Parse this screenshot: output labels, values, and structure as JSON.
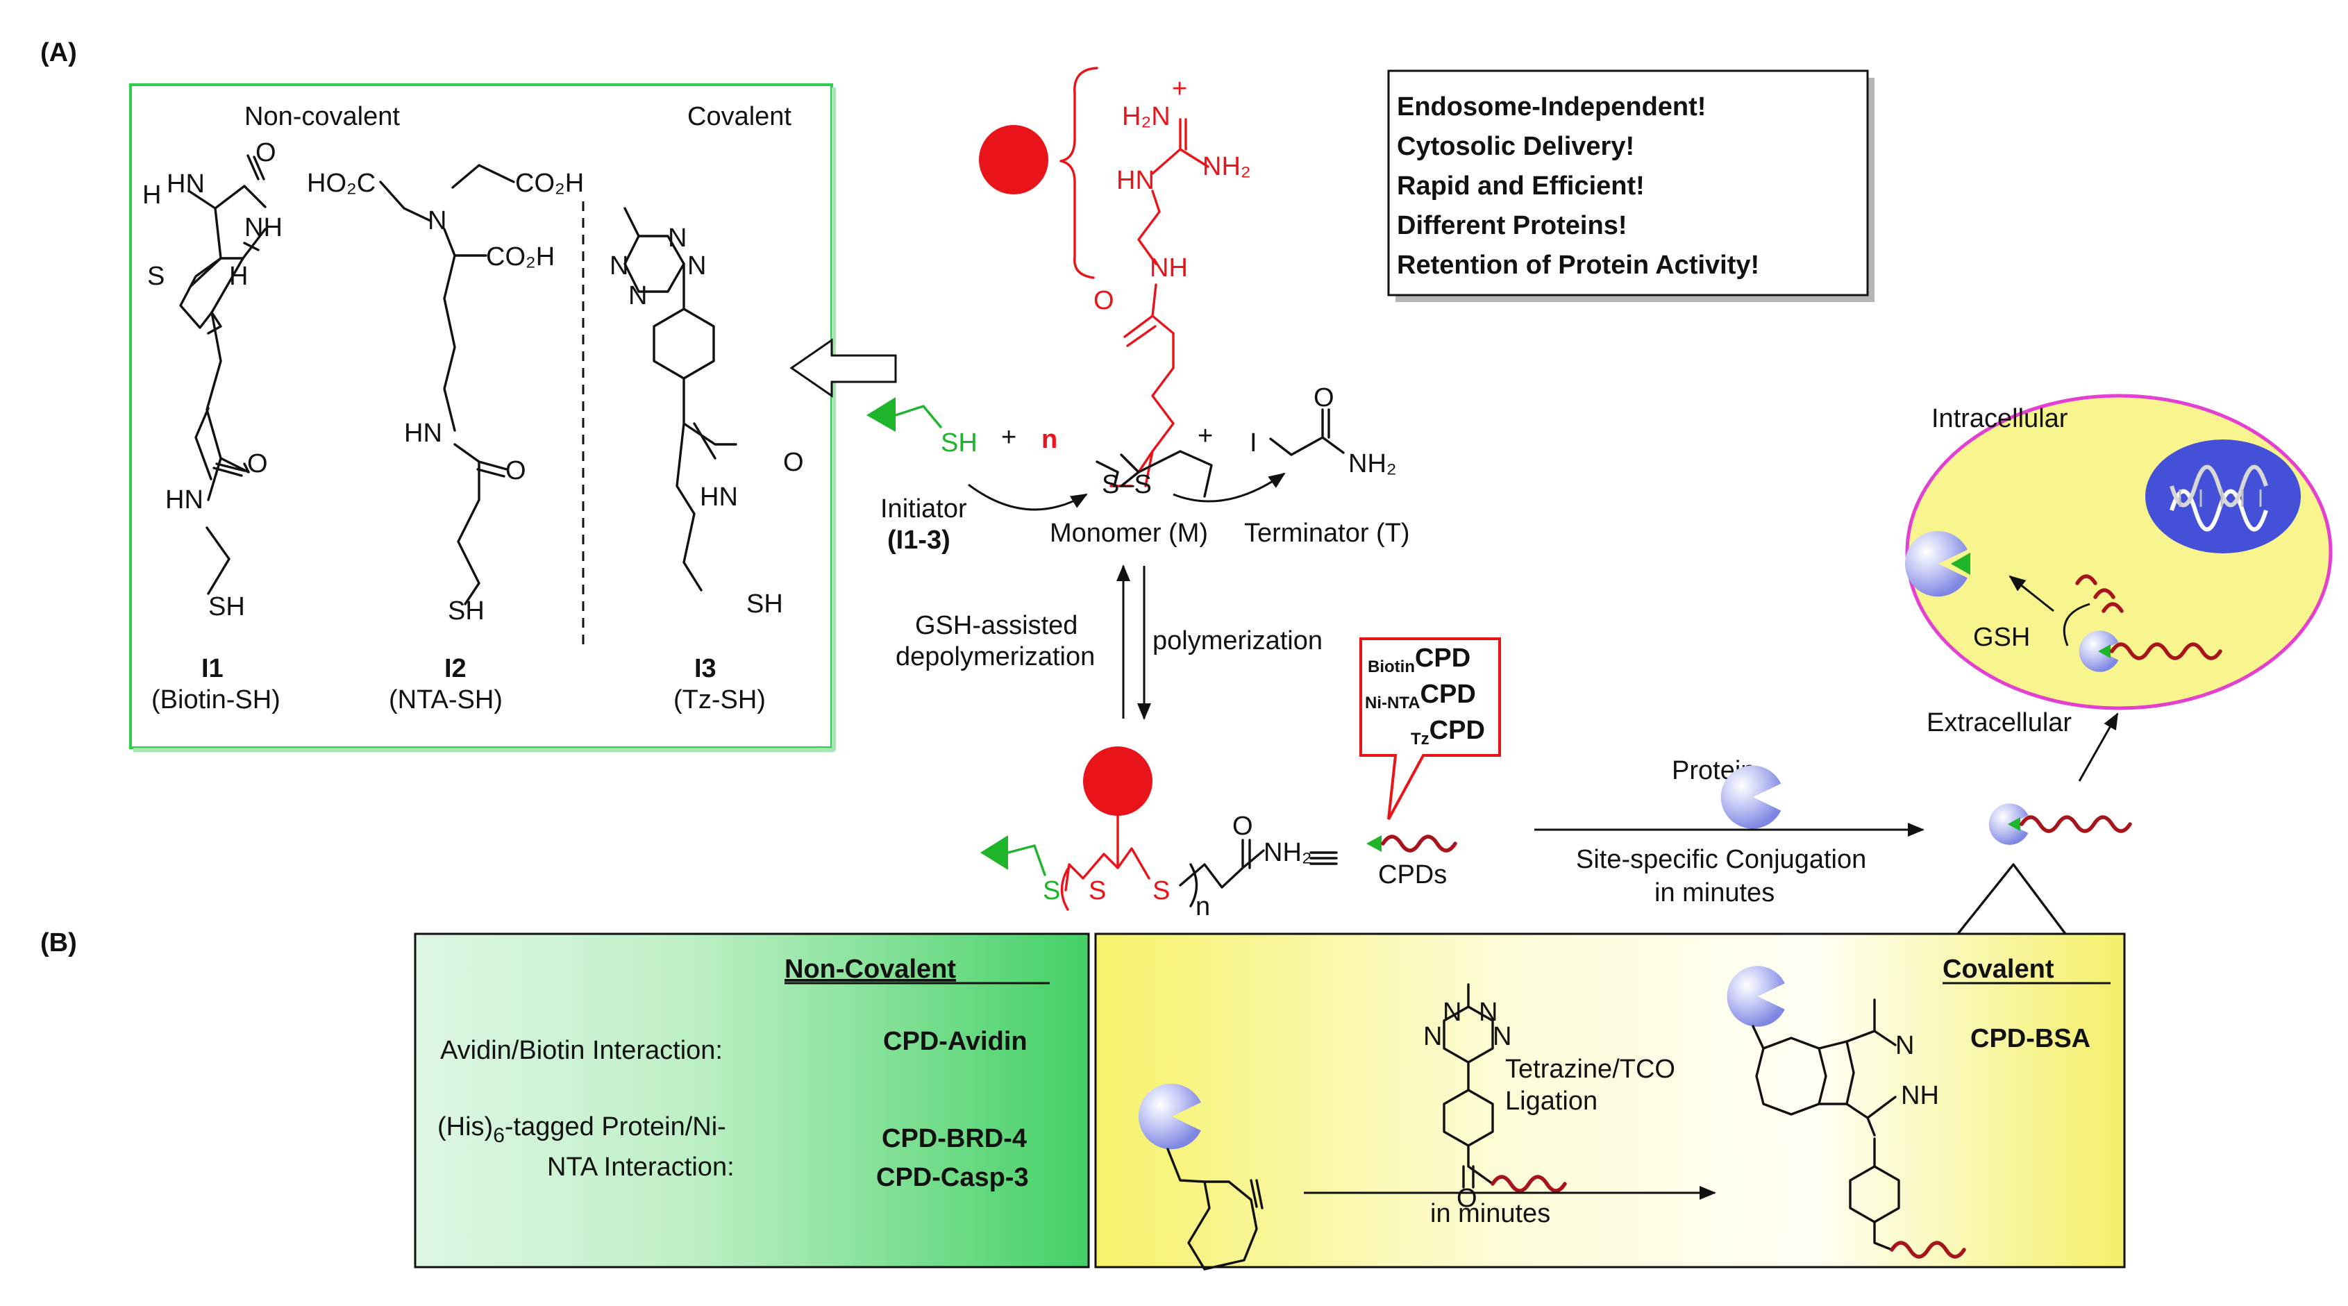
{
  "panel_a": {
    "label": "(A)",
    "initiators_box": {
      "noncovalent_heading": "Non-covalent",
      "covalent_heading": "Covalent",
      "i1": {
        "id": "I1",
        "name": "(Biotin-SH)"
      },
      "i2": {
        "id": "I2",
        "name": "(NTA-SH)"
      },
      "i3": {
        "id": "I3",
        "name": "(Tz-SH)"
      },
      "atoms": {
        "hn": "HN",
        "h": "H",
        "nh": "NH",
        "o": "O",
        "s": "S",
        "sh": "SH",
        "n": "N",
        "ho2c": "HO₂C",
        "co2h": "CO₂H"
      }
    },
    "features": [
      "Endosome-Independent!",
      "Cytosolic Delivery!",
      "Rapid and Efficient!",
      "Different Proteins!",
      "Retention of Protein Activity!"
    ],
    "monomer": {
      "h2n_plus": "H₂N",
      "plus_sign": "+",
      "nh2": "NH₂",
      "hn": "HN",
      "nh": "NH",
      "o": "O",
      "s_s": "S–S",
      "n_symbol": "n"
    },
    "initiator": {
      "sh": "SH",
      "label": "Initiator",
      "label2": "(I1-3)"
    },
    "plus": "+",
    "monomer_label": "Monomer (M)",
    "terminator": {
      "i": "I",
      "o": "O",
      "nh2": "NH₂",
      "label": "Terminator (T)"
    },
    "depolymerization": [
      "GSH-assisted",
      "depolymerization"
    ],
    "polymerization": "polymerization",
    "polymer": {
      "s1": "S",
      "s2": "S",
      "s3": "S",
      "n": "n",
      "o": "O",
      "nh2": "NH₂"
    },
    "cpd_callout": [
      "BiotinCPD",
      "Ni-NTACPD",
      "TzCPD"
    ],
    "cpd_callout_parts": [
      {
        "sub": "Biotin",
        "main": "CPD"
      },
      {
        "sub": "Ni-NTA",
        "main": "CPD"
      },
      {
        "sub": "Tz",
        "main": "CPD"
      }
    ],
    "cpds_label": "CPDs",
    "protein_label": "Protein",
    "conjugation": [
      "Site-specific Conjugation",
      "in minutes"
    ],
    "cell": {
      "intracellular": "Intracellular",
      "extracellular": "Extracellular",
      "gsh": "GSH"
    }
  },
  "panel_b": {
    "label": "(B)",
    "noncovalent": {
      "title": "Non-Covalent",
      "row1_label": "Avidin/Biotin Interaction:",
      "row1_value": "CPD-Avidin",
      "row2_label_line1": "(His)6-tagged Protein/Ni-",
      "row2_label_line2": "NTA Interaction:",
      "row2_value1": "CPD-BRD-4",
      "row2_value2": "CPD-Casp-3"
    },
    "covalent": {
      "title": "Covalent",
      "ligation": [
        "Tetrazine/TCO",
        "Ligation"
      ],
      "in_minutes": "in minutes",
      "product": "CPD-BSA",
      "atoms": {
        "n": "N",
        "o": "O",
        "nh": "NH"
      }
    }
  },
  "colors": {
    "red": "#e8141a",
    "green": "#1eb52a",
    "dark_red_wave": "#a8141c",
    "protein_blue": "#8f97ea",
    "nucleus_blue": "#4550d8",
    "cell_yellow": "#f9f58e",
    "cell_border": "#e33fd0",
    "green_box": "#2ecc50"
  }
}
